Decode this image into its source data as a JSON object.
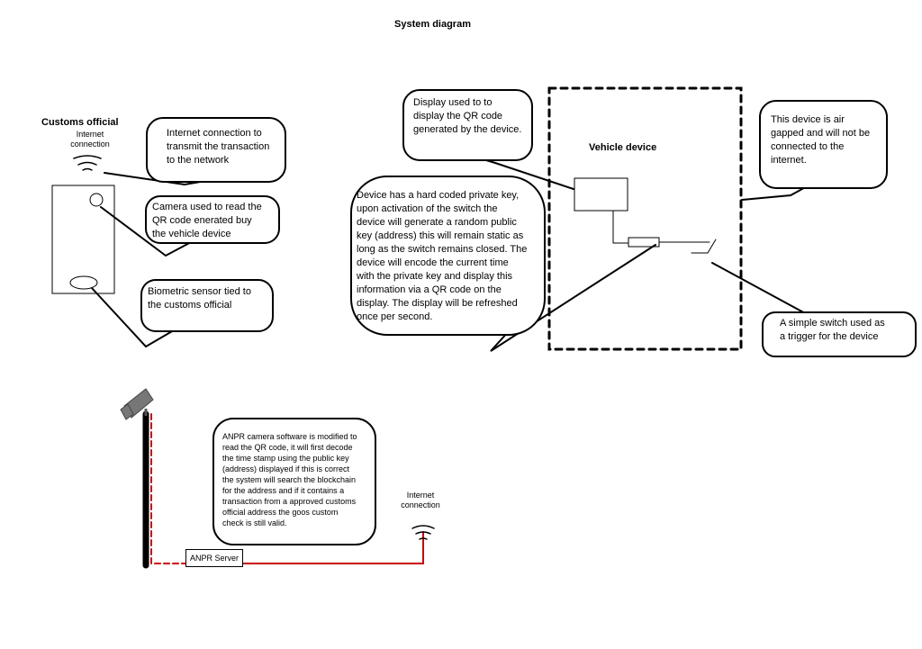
{
  "title": "System diagram",
  "customs": {
    "label": "Customs official",
    "internet_label": [
      "Internet",
      "connection"
    ]
  },
  "vehicle": {
    "label": "Vehicle device"
  },
  "anpr": {
    "server_label": "ANPR Server",
    "internet_label": [
      "Internet",
      "connection"
    ]
  },
  "callouts": {
    "internet": [
      "Internet connection to",
      "transmit the transaction",
      "to the network"
    ],
    "camera": [
      "Camera used to read the",
      "QR code enerated buy",
      "the vehicle device"
    ],
    "biometric": [
      "Biometric sensor tied to",
      "the customs official"
    ],
    "display": [
      "Display used to to",
      "display the QR code",
      "generated by the device."
    ],
    "airgap": [
      "This device is air",
      "gapped and will not be",
      "connected to the",
      "internet."
    ],
    "device": [
      "Device has a hard coded private key,",
      "upon activation of the switch the",
      "device will generate a random public",
      "key (address) this will remain static as",
      "long as the switch remains closed. The",
      "device will encode the current time",
      "with the private key and display this",
      "information via  a QR code on the",
      "display. The display will be refreshed",
      "once per second."
    ],
    "switch": [
      "A simple switch used as",
      "a trigger for the device"
    ],
    "anpr": [
      "ANPR camera software is modified to",
      "read the QR code, it will first decode",
      "the time stamp using the public key",
      "(address) displayed if this is correct",
      "the system will search the blockchain",
      "for the address and if it contains a",
      "transaction from a approved customs",
      "official address the goos custom",
      "check is still valid."
    ]
  },
  "colors": {
    "stroke": "#000000",
    "connection_red": "#cc0000",
    "camera_gray": "#777777"
  },
  "icons": [
    "wifi-icon",
    "cctv-camera-icon"
  ]
}
